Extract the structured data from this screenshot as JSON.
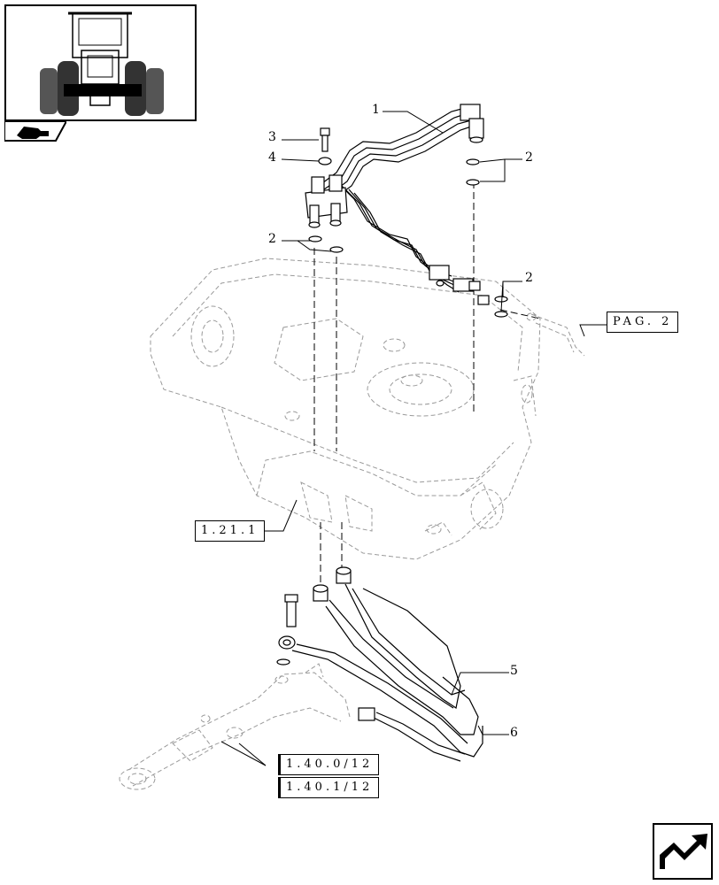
{
  "thumbnail": {
    "icon": "tractor-front-view-icon",
    "tab_icon": "assembly-group-icon"
  },
  "callouts": {
    "c1": "1",
    "c2a": "2",
    "c2b": "2",
    "c2c": "2",
    "c3": "3",
    "c4": "4",
    "c5": "5",
    "c6": "6"
  },
  "refs": {
    "page_ref": "PAG. 2",
    "frame_ref": "1.21.1",
    "ref_40_0": "1.40.0/12",
    "ref_40_1": "1.40.1/12"
  },
  "navigation": {
    "icon": "next-page-arrow-icon"
  },
  "colors": {
    "line": "#000000",
    "ghost": "#9a9a9a",
    "background": "#ffffff"
  }
}
